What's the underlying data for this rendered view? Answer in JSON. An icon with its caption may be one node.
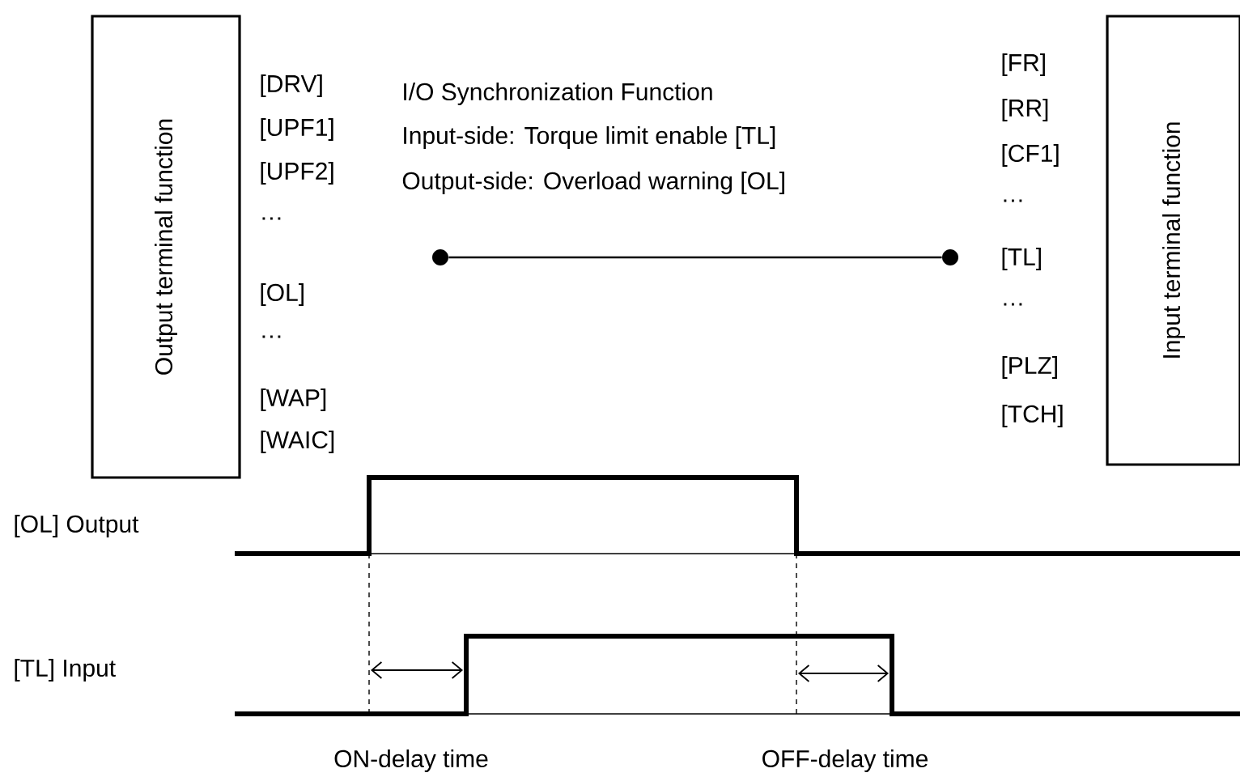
{
  "diagram": {
    "nodes": [
      {
        "text": [
          "Output terminal function"
        ]
      },
      {
        "text": [
          "Input terminal function"
        ]
      },
      {
        "text": [],
        "shape": "circle"
      },
      {
        "text": [],
        "shape": "circle"
      }
    ],
    "edges": [
      {
        "from": 2,
        "to": 3,
        "arrow": "none"
      }
    ],
    "labels": [
      "[DRV]",
      "[UPF1]",
      "[UPF2]",
      "…",
      "[OL]",
      "…",
      "[WAP]",
      "[WAIC]",
      "I/O Synchronization Function",
      "Input-side: Torque limit enable [TL]",
      "Output-side: Overload warning [OL]",
      "[FR]",
      "[RR]",
      "[CF1]",
      "…",
      "[TL]",
      "…",
      "[PLZ]",
      "[TCH]",
      "[OL] Output",
      "[TL] Input",
      "ON-delay time",
      "OFF-delay time"
    ]
  }
}
